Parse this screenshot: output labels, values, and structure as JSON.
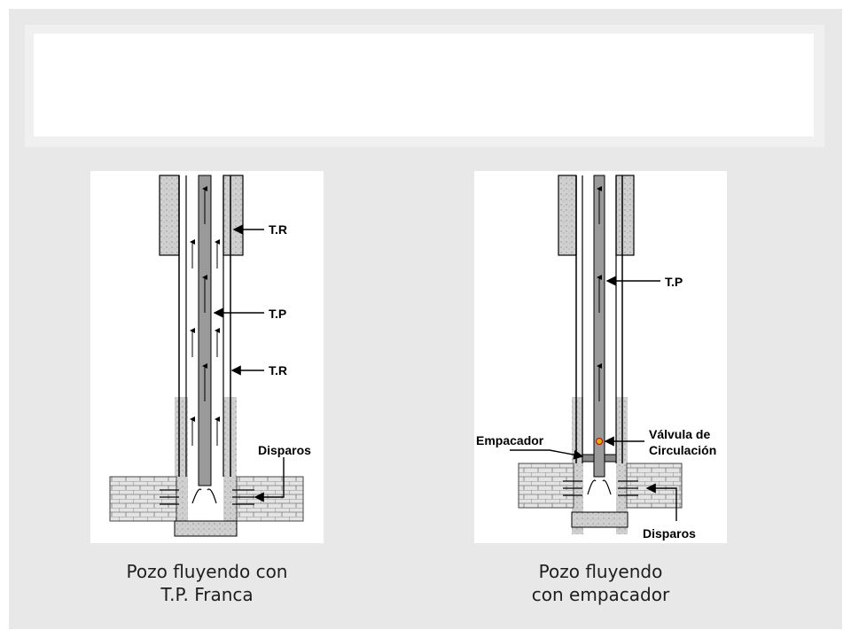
{
  "slide": {
    "title": ""
  },
  "left_figure": {
    "labels": {
      "tr_top": "T.R",
      "tp": "T.P",
      "tr_inner": "T.R",
      "disparos": "Disparos"
    },
    "caption_line1": "Pozo fluyendo con",
    "caption_line2": "T.P. Franca"
  },
  "right_figure": {
    "labels": {
      "tp": "T.P",
      "valvula_line1": "Válvula de",
      "valvula_line2": "Circulación",
      "empacador": "Empacador",
      "disparos": "Disparos"
    },
    "caption_line1": "Pozo fluyendo",
    "caption_line2": "con empacador"
  },
  "colors": {
    "slide_background": "#e8e8e8",
    "cement": "#cfcfcf",
    "tubing": "#9a9a9a",
    "valve": "#e0b000"
  }
}
